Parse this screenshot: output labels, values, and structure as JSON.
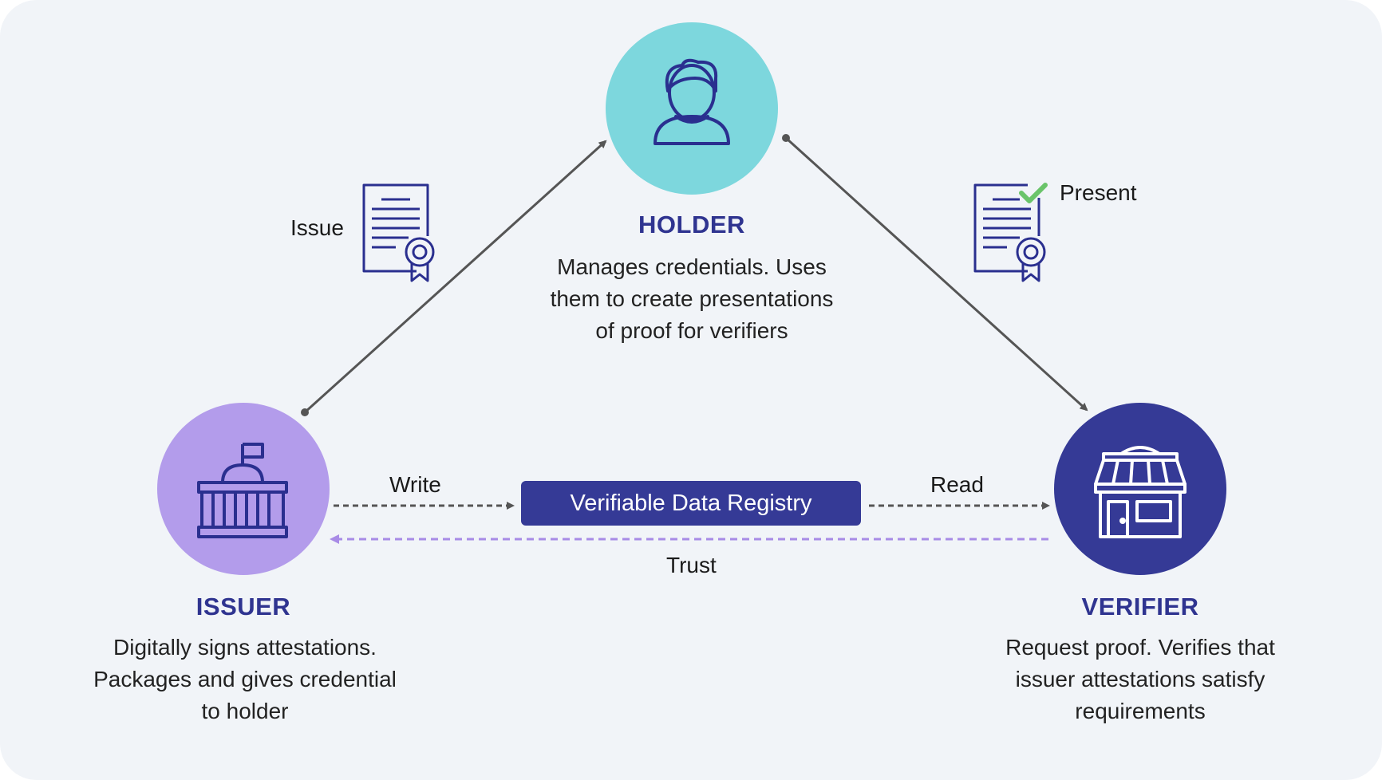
{
  "colors": {
    "background": "#f1f4f8",
    "holder_circle": "#7dd7dd",
    "issuer_circle": "#b39ceb",
    "verifier_circle": "#353a96",
    "title_text": "#2f3490",
    "registry_box": "#353a96",
    "trust_arrow": "#a88be6",
    "flow_arrow": "#555555",
    "icon_stroke": "#2a2f8f",
    "check_mark": "#6ac46a"
  },
  "holder": {
    "title": "HOLDER",
    "description": [
      "Manages credentials. Uses",
      "them to create presentations",
      "of proof for verifiers"
    ],
    "icon": "person-icon"
  },
  "issuer": {
    "title": "ISSUER",
    "description": [
      "Digitally signs attestations.",
      "Packages and gives credential",
      "to holder"
    ],
    "icon": "government-building-icon"
  },
  "verifier": {
    "title": "VERIFIER",
    "description": [
      "Request proof. Verifies that",
      "issuer attestations satisfy",
      "requirements"
    ],
    "icon": "storefront-icon"
  },
  "registry": {
    "label": "Verifiable Data Registry"
  },
  "flows": {
    "issue": "Issue",
    "present": "Present",
    "write": "Write",
    "read": "Read",
    "trust": "Trust"
  },
  "icons": {
    "issue_document": "certificate-icon",
    "present_document": "verified-certificate-icon"
  }
}
